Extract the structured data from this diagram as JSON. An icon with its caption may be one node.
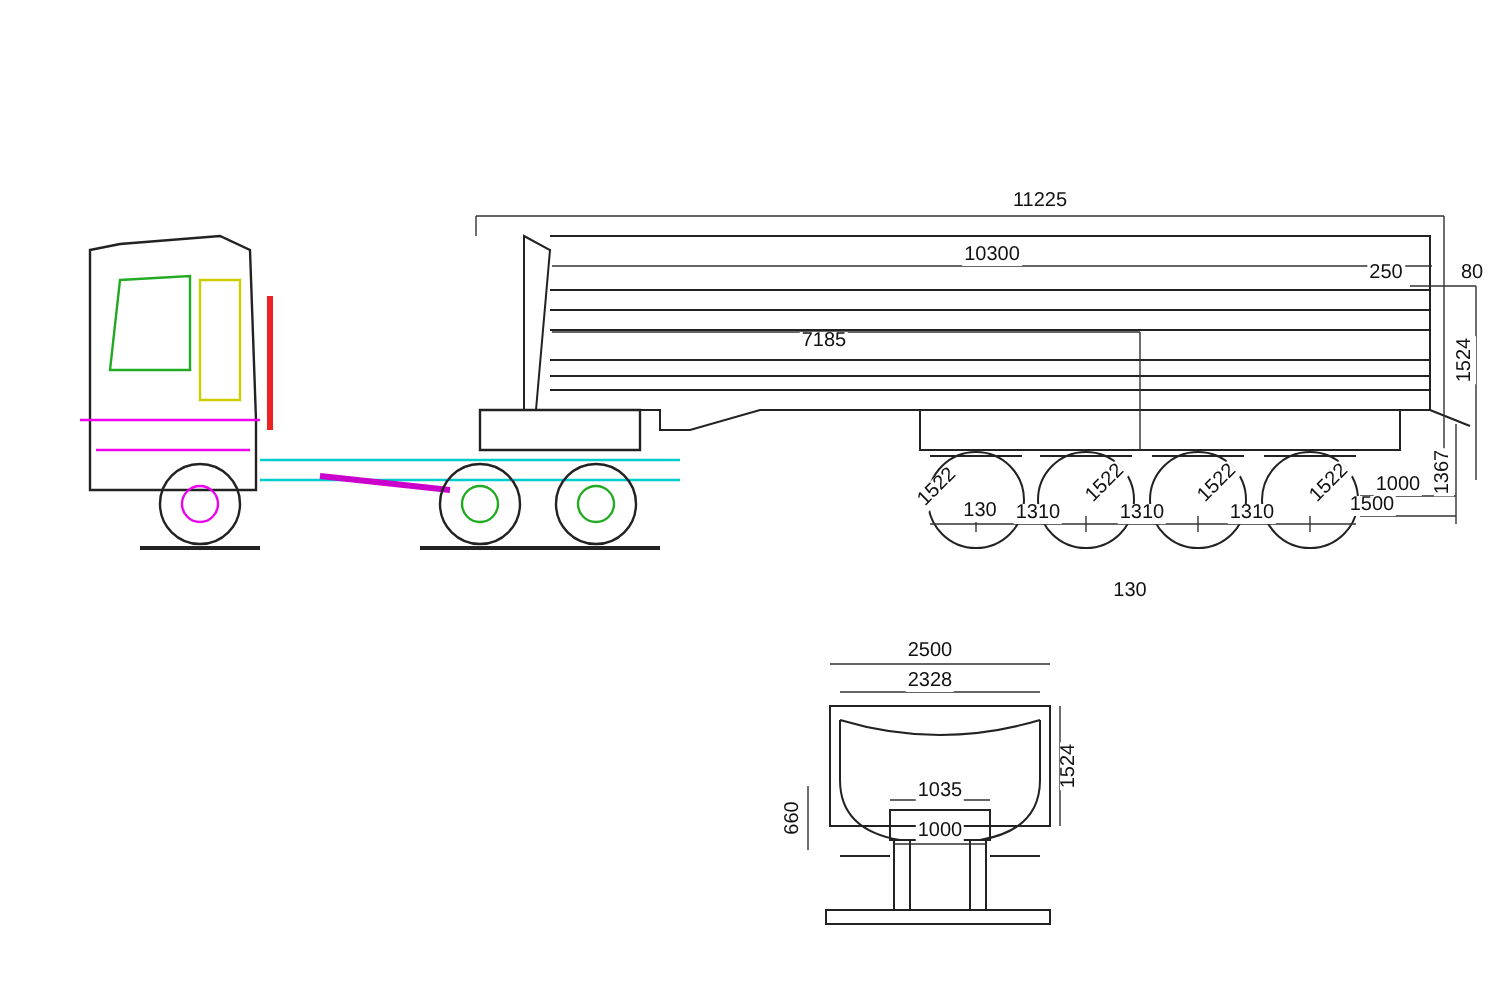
{
  "diagram": {
    "labels": [
      "11225",
      "10300",
      "250",
      "80",
      "7185",
      "1524",
      "1522",
      "1522",
      "1522",
      "1522",
      "130",
      "1310",
      "1310",
      "1310",
      "1000",
      "1367",
      "1500",
      "130",
      "2500",
      "2328",
      "1524",
      "660",
      "1035",
      "1000"
    ]
  }
}
